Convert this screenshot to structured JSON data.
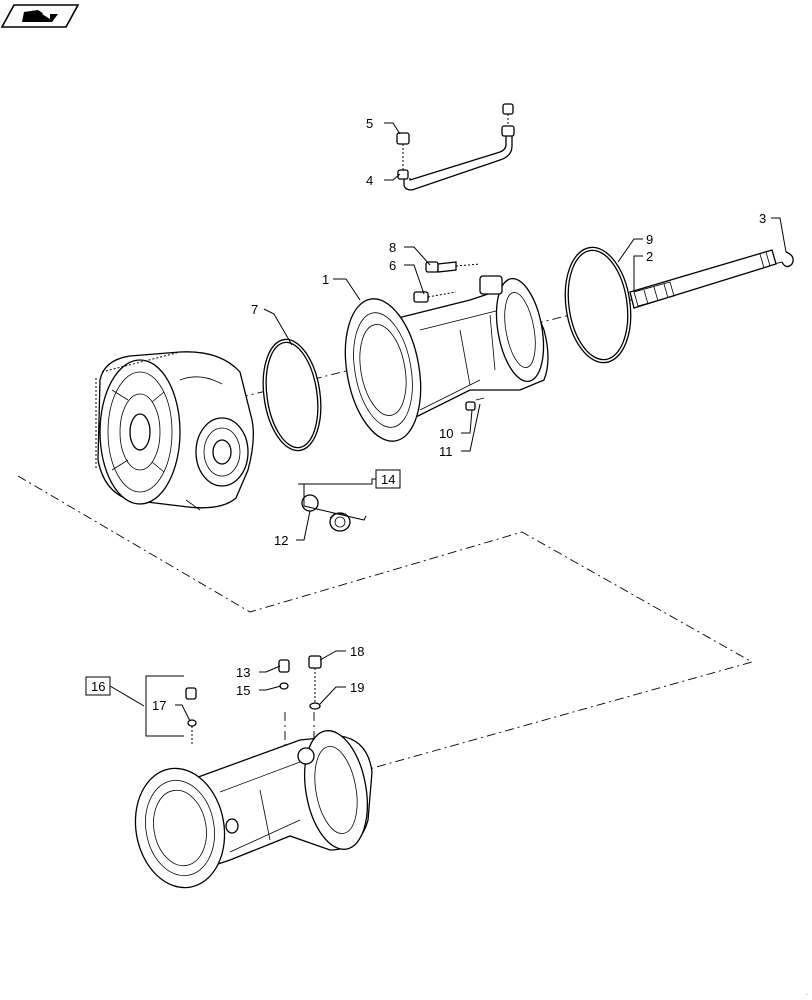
{
  "diagram": {
    "callouts": [
      {
        "id": "c1",
        "text": "1"
      },
      {
        "id": "c2",
        "text": "2"
      },
      {
        "id": "c3",
        "text": "3"
      },
      {
        "id": "c4",
        "text": "4"
      },
      {
        "id": "c5",
        "text": "5"
      },
      {
        "id": "c6",
        "text": "6"
      },
      {
        "id": "c7",
        "text": "7"
      },
      {
        "id": "c8",
        "text": "8"
      },
      {
        "id": "c9",
        "text": "9"
      },
      {
        "id": "c10",
        "text": "10"
      },
      {
        "id": "c11",
        "text": "11"
      },
      {
        "id": "c12",
        "text": "12"
      },
      {
        "id": "c13",
        "text": "13"
      },
      {
        "id": "c15",
        "text": "15"
      },
      {
        "id": "c17",
        "text": "17"
      },
      {
        "id": "c18",
        "text": "18"
      },
      {
        "id": "c19",
        "text": "19"
      }
    ],
    "boxed_callouts": [
      {
        "id": "b14",
        "text": "14"
      },
      {
        "id": "b16",
        "text": "16"
      }
    ],
    "icons": {
      "nav": "book-arrow-icon"
    }
  }
}
